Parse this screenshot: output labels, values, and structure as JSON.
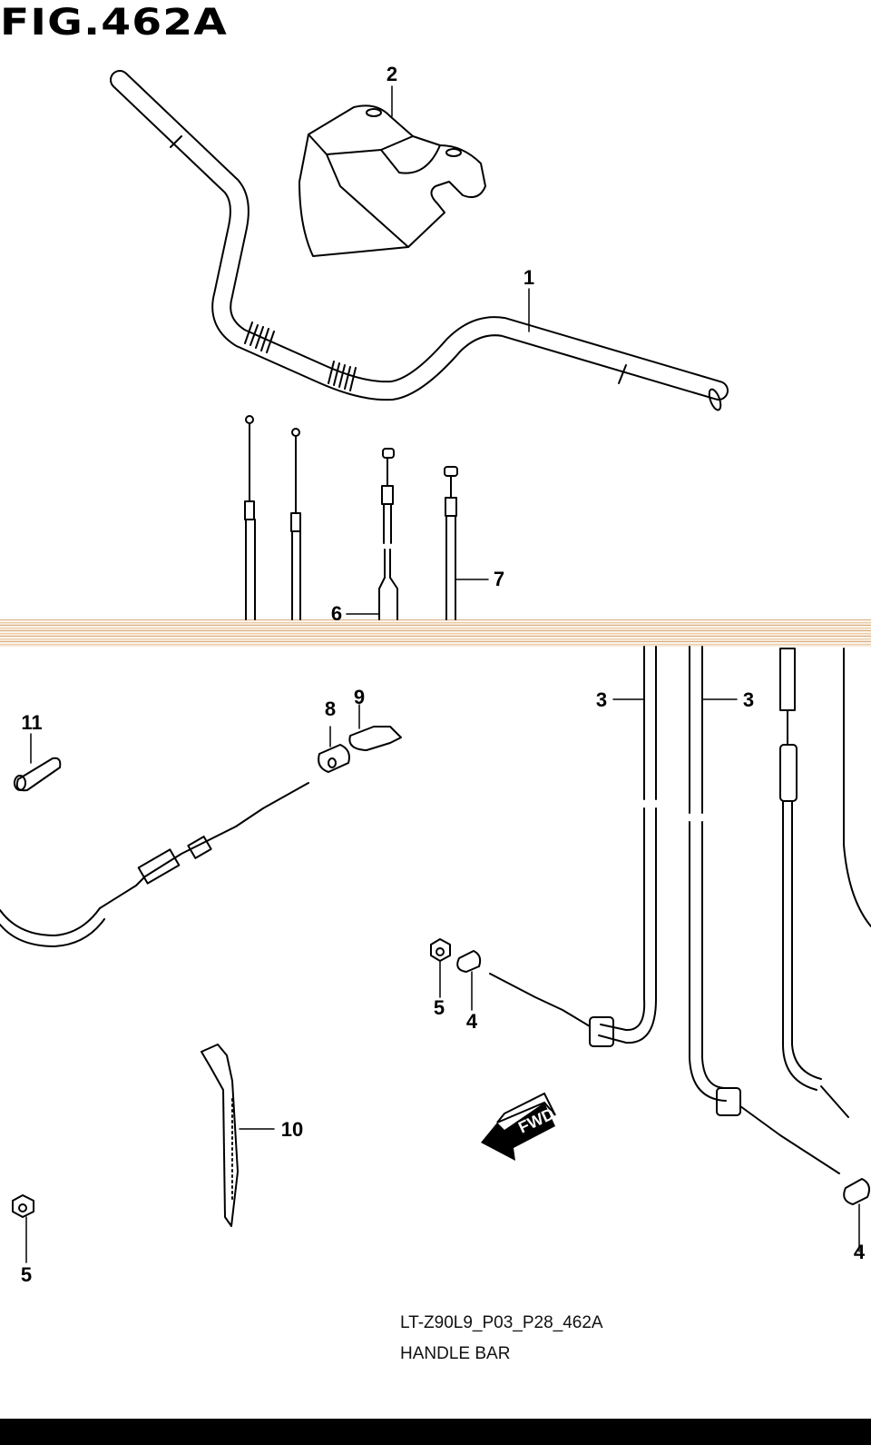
{
  "figure": {
    "title": "FIG.462A",
    "code": "LT-Z90L9_P03_P28_462A",
    "name": "HANDLE BAR"
  },
  "callouts": {
    "c1": "1",
    "c2": "2",
    "c3a": "3",
    "c3b": "3",
    "c4a": "4",
    "c4b": "4",
    "c5a": "5",
    "c5b": "5",
    "c6": "6",
    "c7": "7",
    "c8": "8",
    "c9": "9",
    "c10": "10",
    "c11": "11"
  },
  "fwd_label": "FWD",
  "colors": {
    "ink": "#000000",
    "paper": "#ffffff",
    "strip": "#e9c9a6"
  }
}
